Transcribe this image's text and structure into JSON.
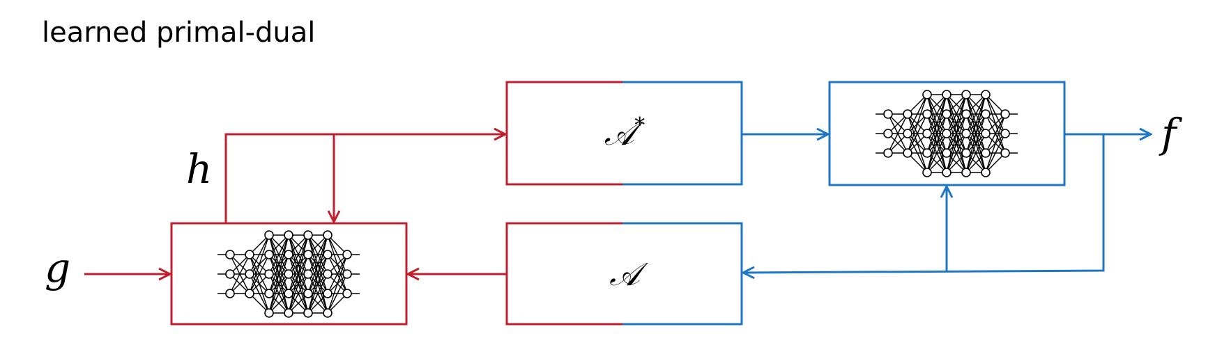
{
  "title": "learned primal-dual",
  "colors": {
    "dual": "#c0202e",
    "primal": "#1f77c4",
    "network": "#000000"
  },
  "variables": {
    "g": "g",
    "h": "h",
    "f": "f"
  },
  "operators": {
    "adjoint": "𝒜",
    "adjoint_sup": "*",
    "forward": "𝒜"
  },
  "icons": {
    "dual_network": "neural-network-icon",
    "primal_network": "neural-network-icon"
  }
}
